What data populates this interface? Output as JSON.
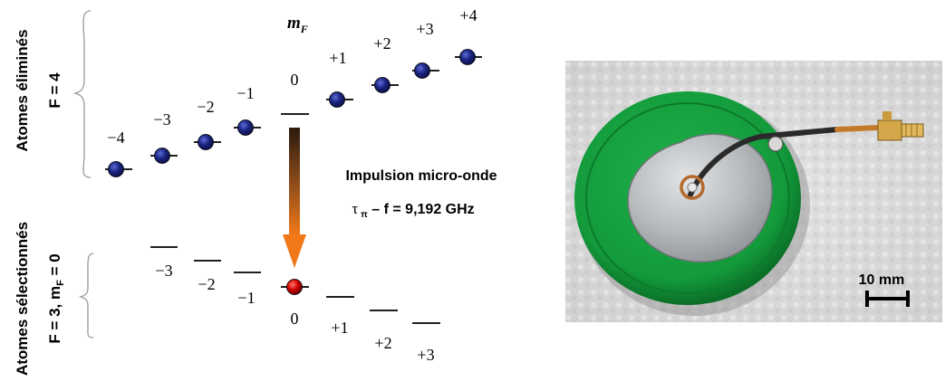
{
  "upper": {
    "group_label": "Atomes éliminés",
    "f_label": "F = 4",
    "mf_label": "m",
    "mf_sub": "F",
    "levels": [
      "−4",
      "−3",
      "−2",
      "−1",
      "0",
      "+1",
      "+2",
      "+3",
      "+4"
    ]
  },
  "lower": {
    "group_label": "Atomes sélectionnés",
    "f_label": "F = 3, m",
    "f_sub": "F",
    "f_tail": " = 0",
    "levels": [
      "−3",
      "−2",
      "−1",
      "0",
      "+1",
      "+2",
      "+3"
    ]
  },
  "transition": {
    "line1": "Impulsion micro-onde",
    "tau": "τ",
    "tau_sub": "π",
    "line2_tail": " – f = 9,192 GHz"
  },
  "photo": {
    "scale_label": "10 mm"
  },
  "colors": {
    "eliminated_atom": "#1a237e",
    "selected_atom": "#d00000",
    "arrow_top": "#2b1a0e",
    "arrow_bottom": "#f07818",
    "disk_green": "#159a3c",
    "foil": "#b8bcc0"
  }
}
